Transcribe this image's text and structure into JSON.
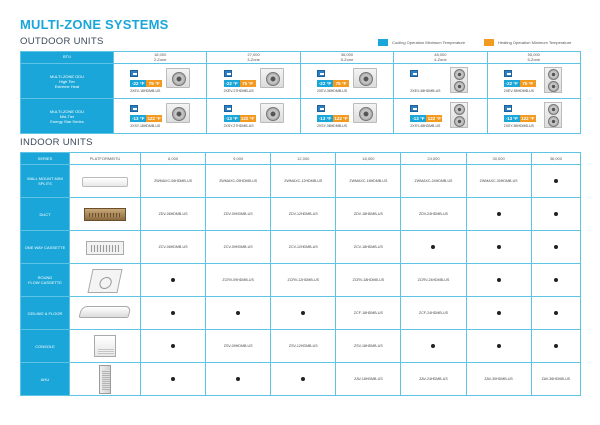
{
  "title": "MULTI-ZONE SYSTEMS",
  "outdoor": {
    "section_title": "OUTDOOR UNITS",
    "legend": {
      "cool_label": "Cooling Operation Minimum Temperature",
      "heat_label": "Heating Operation Minimum Temperature",
      "cool_color": "#1aa6d8",
      "heat_color": "#f39a21"
    },
    "header_label": "BTU",
    "columns": [
      {
        "btu": "18,000",
        "zones": "2-Zone"
      },
      {
        "btu": "27,000",
        "zones": "3-Zone"
      },
      {
        "btu": "36,000",
        "zones": "5-Zone"
      },
      {
        "btu": "48,000",
        "zones": "4-Zone"
      },
      {
        "btu": "55,000",
        "zones": "5-Zone"
      }
    ],
    "rows": [
      {
        "label_line1": "MULTI-ZONE ODU",
        "label_line2": "High Tier",
        "label_line3": "Extreme Heat",
        "cells": [
          {
            "cool": "-22 °F",
            "heat": "75 °F",
            "model": "2XEV-18HDMB-US",
            "unit": "single-fan"
          },
          {
            "cool": "-22 °F",
            "heat": "75 °F",
            "model": "2XEV-27HDMB-US",
            "unit": "single-fan"
          },
          {
            "cool": "-22 °F",
            "heat": "75 °F",
            "model": "2XEV-36HDMB-US",
            "unit": "single-fan"
          },
          {
            "cool": "",
            "heat": "",
            "model": "2XEV-48HDMB-US",
            "unit": "double-fan"
          },
          {
            "cool": "-22 °F",
            "heat": "75 °F",
            "model": "2XEV-55HDMB-US",
            "unit": "double-fan"
          }
        ]
      },
      {
        "label_line1": "MULTI-ZONE ODU",
        "label_line2": "Mid-Tier",
        "label_line3": "Energy Star Series",
        "cells": [
          {
            "cool": "-13 °F",
            "heat": "122 °F",
            "model": "2XSY-18HDMB-US",
            "unit": "single-fan"
          },
          {
            "cool": "-13 °F",
            "heat": "122 °F",
            "model": "2XSY-27HDMB-US",
            "unit": "single-fan"
          },
          {
            "cool": "-13 °F",
            "heat": "122 °F",
            "model": "2XSY-36HDMB-US",
            "unit": "single-fan"
          },
          {
            "cool": "-13 °F",
            "heat": "122 °F",
            "model": "2XSY-48HDMB-US",
            "unit": "double-fan"
          },
          {
            "cool": "-13 °F",
            "heat": "122 °F",
            "model": "2XSY-55HDMB-US",
            "unit": "double-fan"
          }
        ]
      }
    ]
  },
  "indoor": {
    "section_title": "INDOOR UNITS",
    "header": [
      "SERIES",
      "PLATFORM/BTU",
      "6,000",
      "9,000",
      "12,000",
      "18,000",
      "24,000",
      "30,000",
      "36,000"
    ],
    "rows": [
      {
        "label": "WALL MOUNT MINI SPLITS",
        "image": "wall",
        "cells": [
          "ZWMAXC-06HDMB-US",
          "ZWMAXC-09HDMB-US",
          "ZWMAXC-12HDMB-US",
          "ZWMAXC-18HDMB-US",
          "ZWMAXC-24HDMB-US",
          "ZWMAXC-30HDMB-US",
          "•"
        ]
      },
      {
        "label": "DUCT",
        "image": "duct",
        "cells": [
          "ZDV-06HDMB-US",
          "ZDV-09HDMB-US",
          "ZDV-12HDMB-US",
          "ZDV-18HDMB-US",
          "ZDV-24HDMB-US",
          "•",
          "•"
        ]
      },
      {
        "label": "ONE WAY CASSETTE",
        "image": "cassette",
        "cells": [
          "ZCV-06HDMB-US",
          "ZCV-09HDMB-US",
          "ZCV-12HDMB-US",
          "ZCV-18HDMB-US",
          "•",
          "•",
          "•"
        ]
      },
      {
        "label_line1": "ROUND",
        "label_line2": "FLOW CASSETTE",
        "image": "round",
        "cells": [
          "•",
          "ZCRV-09HDMB-US",
          "ZCRV-12HDMB-US",
          "ZCRV-18HDMB-US",
          "ZCRV-24HDMB-US",
          "•",
          "•"
        ]
      },
      {
        "label": "CEILING & FLOOR",
        "image": "ceiling",
        "cells": [
          "•",
          "•",
          "•",
          "ZCF-18HDMB-US",
          "ZCF-24HDMB-US",
          "•",
          "•"
        ]
      },
      {
        "label": "CONSOLE",
        "image": "console",
        "cells": [
          "•",
          "ZSV-09HDMB-US",
          "ZSV-12HDMB-US",
          "ZSV-18HDMB-US",
          "•",
          "•",
          "•"
        ]
      },
      {
        "label": "AHU",
        "image": "ahu",
        "cells": [
          "•",
          "•",
          "•",
          "ZAV-18HDMB-US",
          "ZAV-24HDMB-US",
          "ZAV-30HDMB-US",
          "ZAV-36HDMB-US"
        ]
      }
    ]
  }
}
